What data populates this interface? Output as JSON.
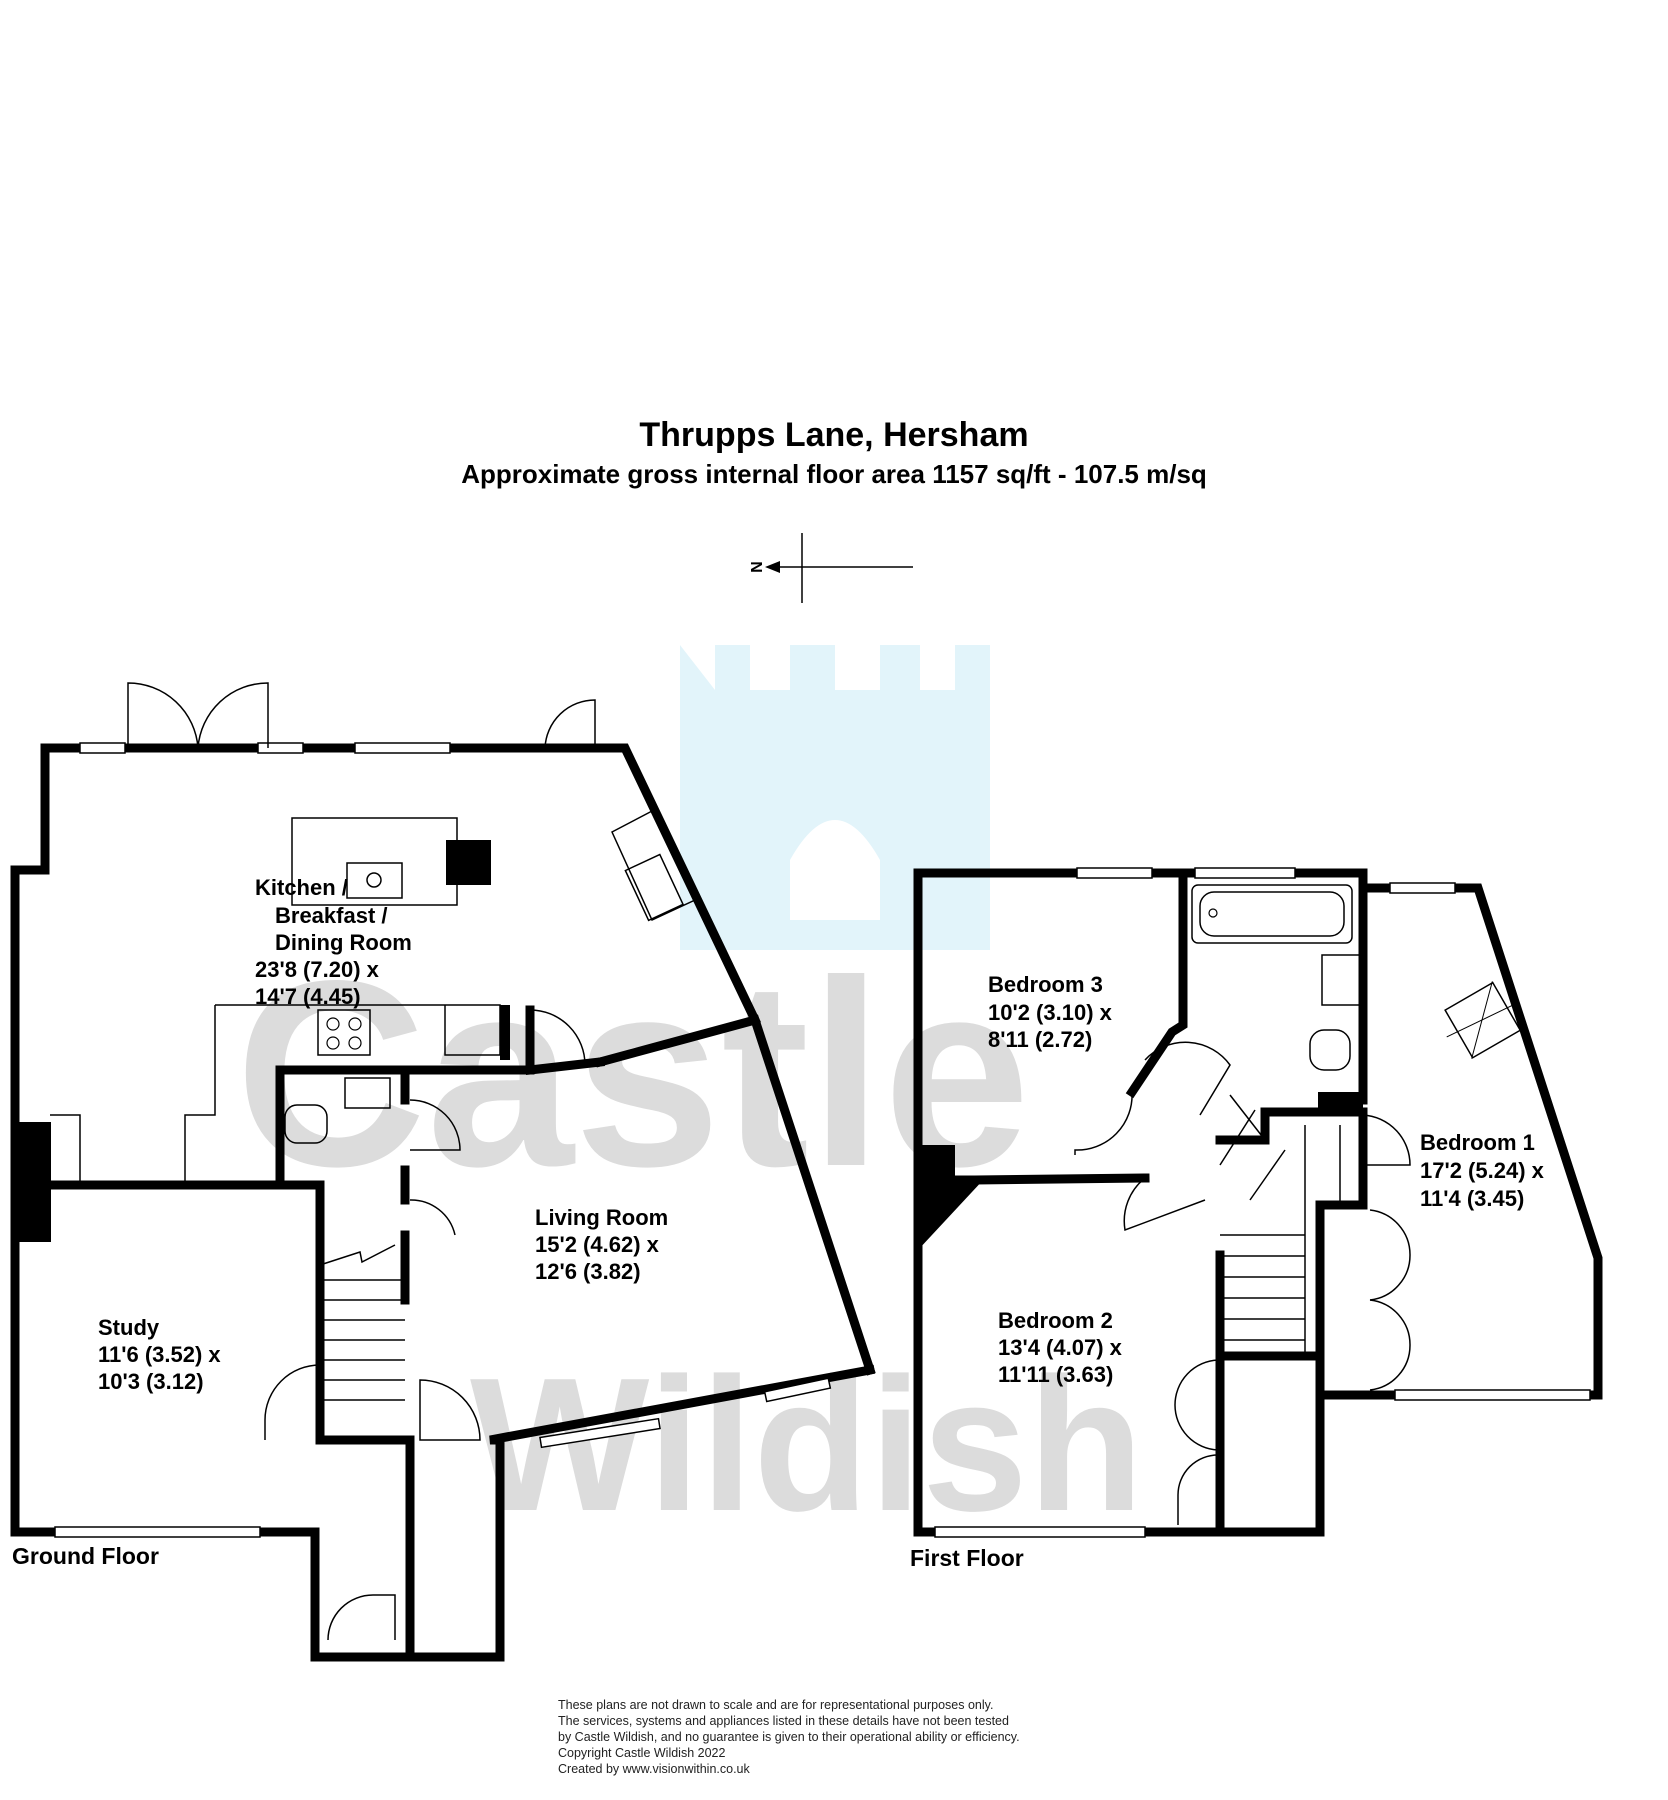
{
  "header": {
    "title": "Thrupps Lane, Hersham",
    "subtitle": "Approximate gross internal floor area 1157 sq/ft - 107.5 m/sq"
  },
  "compass": {
    "label": "N"
  },
  "watermark": {
    "text_line1": "Castle",
    "text_line2": "Wildish",
    "castle_color": "#e2f4fa",
    "text_color": "#d6d6d6"
  },
  "floors": [
    {
      "label": "Ground Floor"
    },
    {
      "label": "First Floor"
    }
  ],
  "rooms": {
    "kitchen": {
      "line1": "Kitchen /",
      "line2": "Breakfast /",
      "line3": "Dining Room",
      "dim1": "23'8 (7.20) x",
      "dim2": "14'7 (4.45)"
    },
    "living": {
      "name": "Living Room",
      "dim1": "15'2 (4.62) x",
      "dim2": "12'6 (3.82)"
    },
    "study": {
      "name": "Study",
      "dim1": "11'6 (3.52) x",
      "dim2": "10'3 (3.12)"
    },
    "bedroom3": {
      "name": "Bedroom 3",
      "dim1": "10'2 (3.10) x",
      "dim2": "8'11 (2.72)"
    },
    "bedroom2": {
      "name": "Bedroom 2",
      "dim1": "13'4 (4.07) x",
      "dim2": "11'11 (3.63)"
    },
    "bedroom1": {
      "name": "Bedroom 1",
      "dim1": "17'2 (5.24) x",
      "dim2": "11'4 (3.45)"
    }
  },
  "disclaimer": [
    "These plans are not drawn to scale and are for representational purposes only.",
    "The services, systems and appliances listed in these details have not been tested",
    "by Castle Wildish, and no guarantee is given  to their operational ability or efficiency.",
    "Copyright Castle Wildish 2022",
    "Created by www.visionwithin.co.uk"
  ],
  "colors": {
    "wall": "#000000",
    "background": "#ffffff"
  }
}
